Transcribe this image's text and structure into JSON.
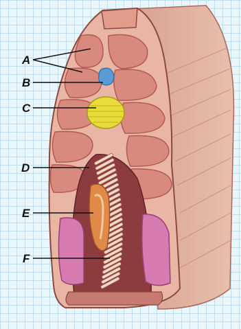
{
  "labels": {
    "a": "A",
    "b": "B",
    "c": "C",
    "d": "D",
    "e": "E",
    "f": "F"
  },
  "colors": {
    "background": "#eaf6fb",
    "grid": "#b9dff0",
    "muscle": "#d98a7f",
    "muscle_dark": "#b25a50",
    "notochord": "#e8dc3a",
    "nerve_cord": "#5b9bd5",
    "gill_slit": "#f3d9c8",
    "gonad": "#d67ab0",
    "pharynx": "#8c3b3f"
  }
}
